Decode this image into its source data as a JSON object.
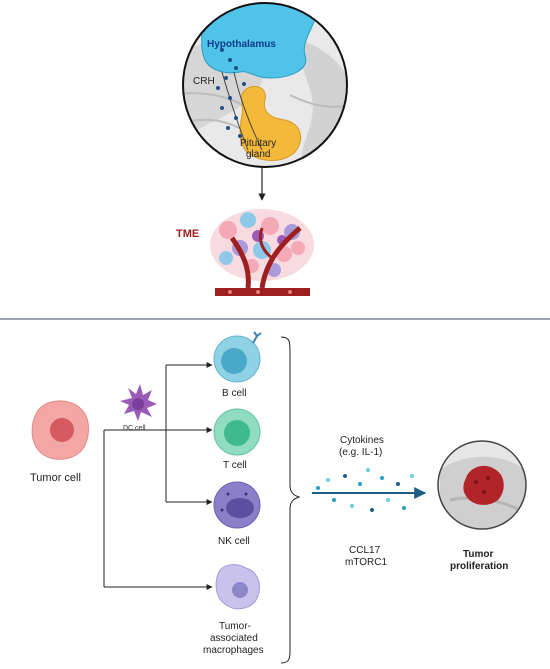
{
  "top_panel": {
    "hypothalamus_label": "Hypothalamus",
    "crh_label": "CRH",
    "pituitary_label_line1": "Pituitary",
    "pituitary_label_line2": "gland",
    "tme_label": "TME"
  },
  "bottom_panel": {
    "tumor_cell_label": "Tumor cell",
    "dc_cell_label": "DC cell",
    "b_cell_label": "B cell",
    "t_cell_label": "T cell",
    "nk_cell_label": "NK cell",
    "tam_label_line1": "Tumor-",
    "tam_label_line2": "associated",
    "tam_label_line3": "macrophages",
    "cytokines_line1": "Cytokines",
    "cytokines_line2": "(e.g. IL-1)",
    "ccl17_label": "CCL17",
    "mtorc1_label": "mTORC1",
    "outcome_line1": "Tumor",
    "outcome_line2": "proliferation"
  },
  "colors": {
    "hypothalamus": "#4fc3e8",
    "pituitary": "#f5b93a",
    "tumor_cell": "#f2a7a5",
    "dc_cell": "#9b5cb8",
    "b_cell": "#8fd2e6",
    "t_cell": "#8fdcc0",
    "nk_cell": "#8a7fc8",
    "macrophage": "#c8c2ec",
    "arrow": "#1f5f86",
    "tme_text": "#9b1c1c"
  }
}
